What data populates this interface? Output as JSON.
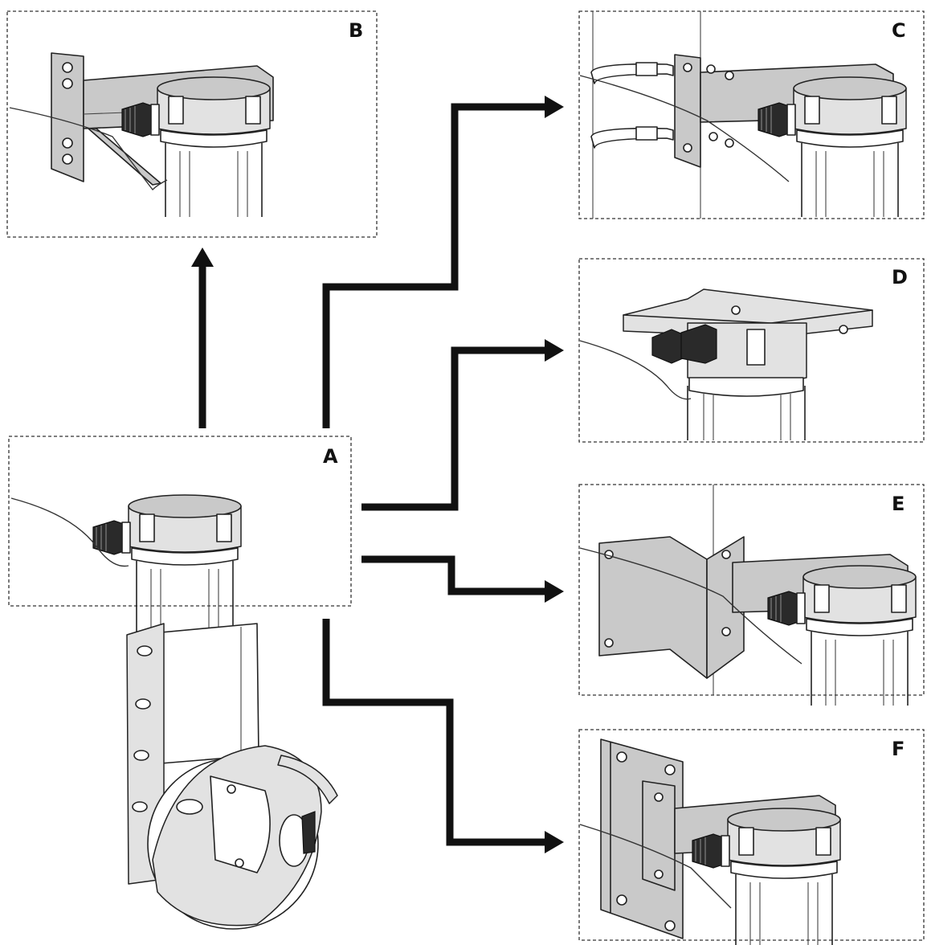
{
  "panels": {
    "a": {
      "label": "A"
    },
    "b": {
      "label": "B"
    },
    "c": {
      "label": "C"
    },
    "d": {
      "label": "D"
    },
    "e": {
      "label": "E"
    },
    "f": {
      "label": "F"
    }
  },
  "icons": {
    "camera": "speed-dome-camera-icon",
    "bracket": "mounting-bracket-icon"
  },
  "colors": {
    "line": "#111111",
    "fill_gray": "#c9c9c9",
    "fill_light": "#e2e2e2"
  }
}
